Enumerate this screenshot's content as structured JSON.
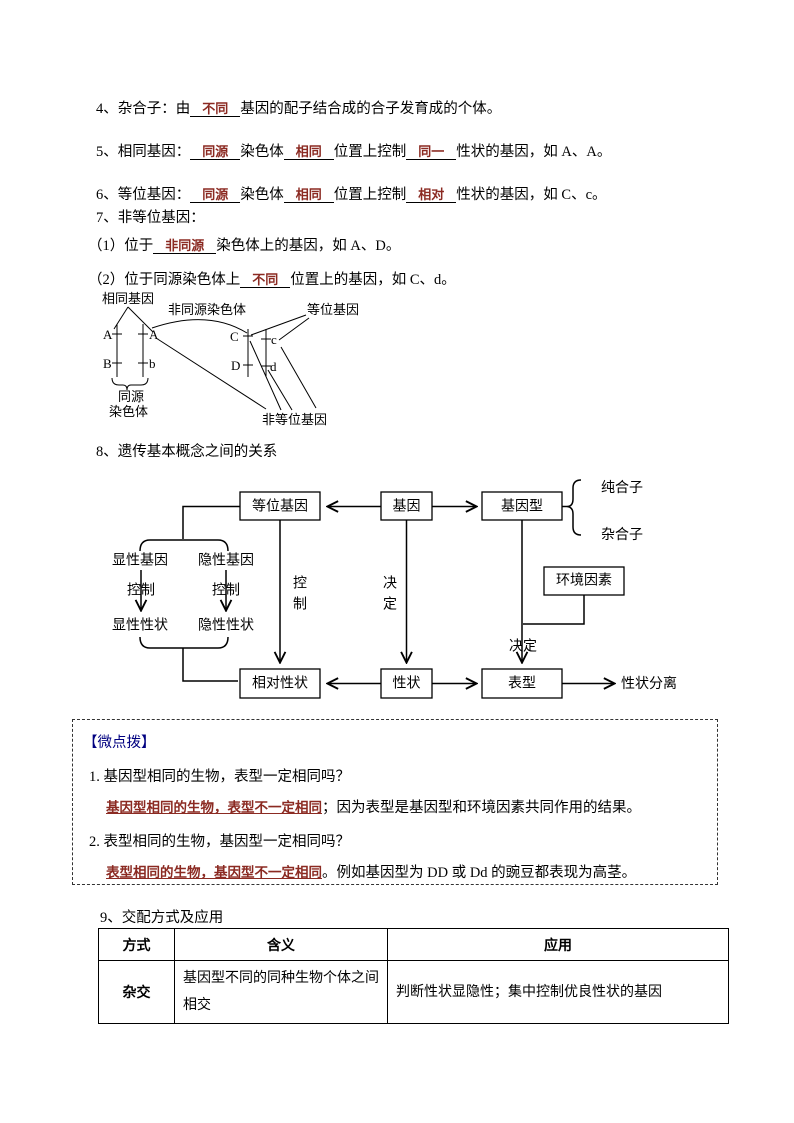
{
  "colors": {
    "answer": "#8b2a22",
    "note_title": "#000080",
    "ink": "#000000"
  },
  "items": {
    "i4": {
      "t1": "4、杂合子：由",
      "b1": "不同",
      "t2": "基因的配子结合成的合子发育成的个体。"
    },
    "i5": {
      "t1": "5、相同基因：",
      "b1": "同源",
      "t2": "染色体",
      "b2": "相同",
      "t3": "位置上控制",
      "b3": "同一",
      "t4": "性状的基因，如 A、A。"
    },
    "i6": {
      "t1": "6、等位基因：",
      "b1": "同源",
      "t2": "染色体",
      "b2": "相同",
      "t3": "位置上控制",
      "b3": "相对",
      "t4": "性状的基因，如 C、c。"
    },
    "i7": {
      "text": "7、非等位基因："
    },
    "i7_1": {
      "t1": "（1）位于",
      "b1": "非同源",
      "t2": "染色体上的基因，如 A、D。"
    },
    "i7_2": {
      "t1": "（2）位于同源染色体上",
      "b1": "不同",
      "t2": "位置上的基因，如 C、d。"
    }
  },
  "chromosome_diagram": {
    "labels": {
      "same_genes": "相同基因",
      "non_homologous": "非同源染色体",
      "alleles": "等位基因",
      "homologous_1": "同源",
      "homologous_2": "染色体",
      "non_alleles": "非等位基因"
    },
    "genes": {
      "A1": "A",
      "B1": "B",
      "A2": "A",
      "b2": "b",
      "C1": "C",
      "D1": "D",
      "c2": "c",
      "d2": "d"
    }
  },
  "section8": {
    "heading": "8、遗传基本概念之间的关系"
  },
  "flowchart": {
    "boxes": {
      "allele": "等位基因",
      "gene": "基因",
      "genotype": "基因型",
      "environment": "环境因素",
      "relative_trait": "相对性状",
      "trait": "性状",
      "phenotype": "表型"
    },
    "labels": {
      "pure": "纯合子",
      "hybrid": "杂合子",
      "dominant_gene": "显性基因",
      "recessive_gene": "隐性基因",
      "control_left": "控制",
      "control_right": "控制",
      "control_v1": "控",
      "control_v2": "制",
      "decide_v1": "决",
      "decide_v2": "定",
      "decide": "决定",
      "dominant_trait": "显性性状",
      "recessive_trait": "隐性性状",
      "segregation": "性状分离"
    }
  },
  "note": {
    "title": "【微点拨】",
    "q1": "1. 基因型相同的生物，表型一定相同吗？",
    "a1_em": "基因型相同的生物，表型不一定相同",
    "a1_rest": "；因为表型是基因型和环境因素共同作用的结果。",
    "q2": "2. 表型相同的生物，基因型一定相同吗？",
    "a2_em": "表型相同的生物，基因型不一定相同",
    "a2_rest": "。例如基因型为 DD 或 Dd 的豌豆都表现为高茎。"
  },
  "section9": {
    "heading": "9、交配方式及应用"
  },
  "table": {
    "headers": [
      "方式",
      "含义",
      "应用"
    ],
    "rows": [
      {
        "method": "杂交",
        "meaning": "基因型不同的同种生物个体之间相交",
        "application": "判断性状显隐性；集中控制优良性状的基因"
      }
    ]
  }
}
